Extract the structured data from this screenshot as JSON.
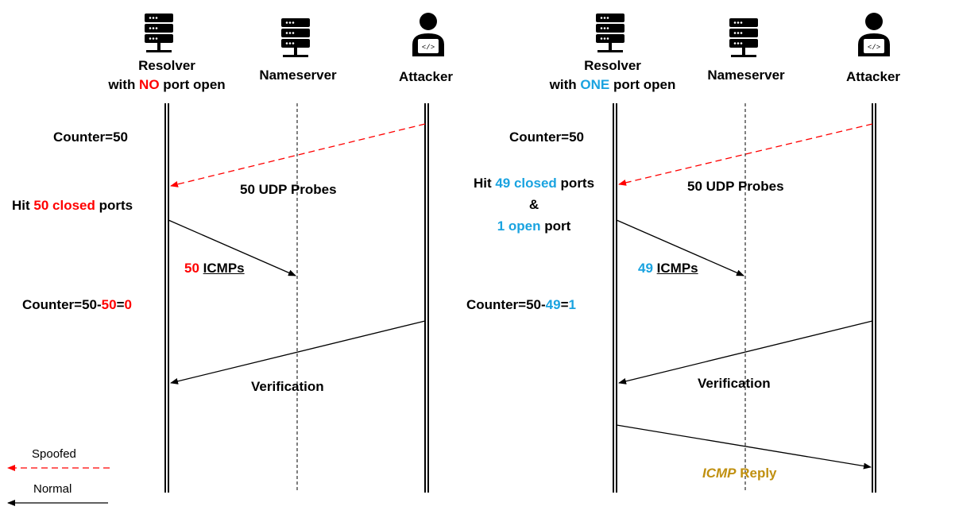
{
  "colors": {
    "red": "#ff0000",
    "blue": "#1aa3e0",
    "gold": "#c09010",
    "black": "#000000"
  },
  "left": {
    "resolver": {
      "line1": "Resolver",
      "pre": "with ",
      "highlight": "NO",
      "post": " port open"
    },
    "nameserver": "Nameserver",
    "attacker": "Attacker",
    "counter_start": "Counter=50",
    "hit": {
      "pre": "Hit ",
      "highlight": "50 closed",
      "post": " ports"
    },
    "probes": "50 UDP Probes",
    "icmps": {
      "count": "50",
      "label": "ICMPs"
    },
    "counter_end": {
      "pre": "Counter=50-",
      "highlight": "50",
      "eq": "=",
      "result": "0"
    },
    "verification": "Verification"
  },
  "right": {
    "resolver": {
      "line1": "Resolver",
      "pre": "with ",
      "highlight": "ONE",
      "post": " port open"
    },
    "nameserver": "Nameserver",
    "attacker": "Attacker",
    "counter_start": "Counter=50",
    "hit": {
      "pre": "Hit ",
      "highlight": "49 closed",
      "post": " ports",
      "amp": "&",
      "open": "1 open",
      "open_post": " port"
    },
    "probes": "50 UDP Probes",
    "icmps": {
      "count": "49",
      "label": "ICMPs"
    },
    "counter_end": {
      "pre": "Counter=50-",
      "highlight": "49",
      "eq": "=",
      "result": "1"
    },
    "verification": "Verification",
    "reply": {
      "italic": "ICMP",
      "rest": " Reply"
    }
  },
  "legend": {
    "spoofed": "Spoofed",
    "normal": "Normal"
  },
  "icons": [
    "server-icon",
    "server-icon",
    "attacker-icon",
    "server-icon",
    "server-icon",
    "attacker-icon"
  ]
}
